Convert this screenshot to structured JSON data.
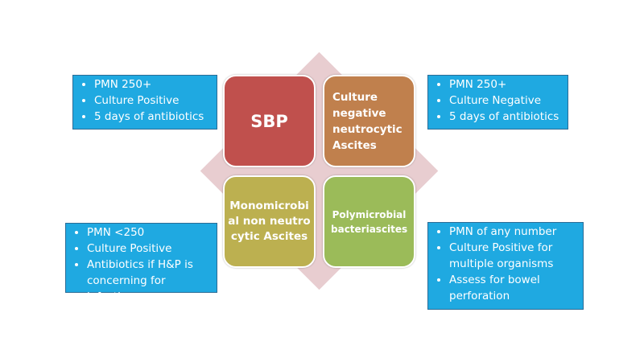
{
  "quadrants": {
    "top_left": {
      "label": "SBP",
      "color": "#c0504d"
    },
    "top_right": {
      "label": "Culture negative neutrocytic Ascites",
      "color": "#c0804d"
    },
    "bottom_left": {
      "label": "Monomicrobial non neutrocytic Ascites",
      "color": "#bcb050"
    },
    "bottom_right": {
      "label": "Polymicrobial bacteriascites",
      "color": "#9bbb59"
    }
  },
  "notes": {
    "top_left": [
      "PMN 250+",
      "Culture Positive",
      "5 days of antibiotics"
    ],
    "top_right": [
      "PMN 250+",
      "Culture Negative",
      "5 days of antibiotics"
    ],
    "bottom_left": [
      "PMN <250",
      "Culture Positive",
      "Antibiotics if H&P is concerning for infection"
    ],
    "bottom_right": [
      "PMN of any number",
      "Culture Positive for multiple organisms",
      "Assess for bowel perforation"
    ]
  },
  "colors": {
    "note_bg": "#1fa9e1",
    "diamond": "#e8cdd0"
  }
}
